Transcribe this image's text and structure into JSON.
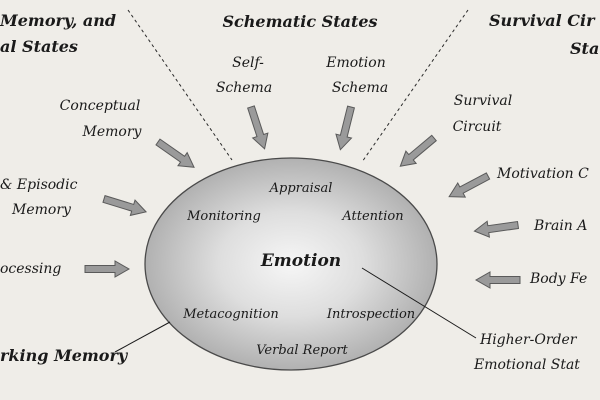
{
  "headers": {
    "left": [
      "Memory, and",
      "al States"
    ],
    "center": "Schematic States",
    "right": [
      "Survival Cir",
      "Sta"
    ]
  },
  "outer_labels": {
    "conceptual_memory": [
      "Conceptual",
      "Memory"
    ],
    "self_schema": [
      "Self-",
      "Schema"
    ],
    "emotion_schema": [
      "Emotion",
      "Schema"
    ],
    "survival_circuit": [
      "Survival",
      "Circuit"
    ],
    "episodic_memory": [
      "& Episodic",
      "Memory"
    ],
    "processing": "ocessing",
    "motivation": "Motivation C",
    "brain_arousal": "Brain A",
    "body_feedback": "Body Fe",
    "working_memory": "rking Memory",
    "higher_order": [
      "Higher-Order",
      "Emotional Stat"
    ]
  },
  "inner_labels": {
    "appraisal": "Appraisal",
    "monitoring": "Monitoring",
    "attention": "Attention",
    "emotion": "Emotion",
    "metacognition": "Metacognition",
    "introspection": "Introspection",
    "verbal_report": "Verbal Report"
  },
  "colors": {
    "background": "#efede8",
    "ellipse_edge": "#4a4a4a",
    "ellipse_center": "#f4f4f4",
    "ellipse_outer": "#a8a8a8",
    "arrow_fill": "#9a9a9a",
    "arrow_stroke": "#5a5a5a"
  }
}
